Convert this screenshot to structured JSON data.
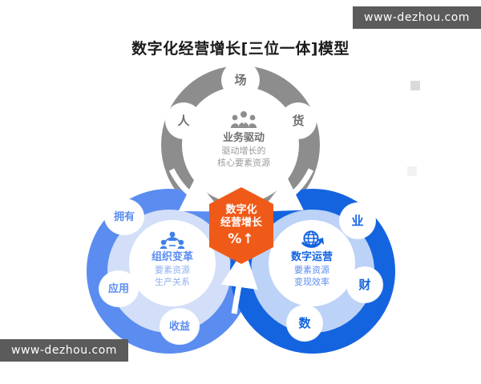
{
  "page": {
    "title": "数字化经营增长[三位一体]模型",
    "background": "#ffffff"
  },
  "watermarks": {
    "top_right": "www-dezhou.com",
    "bottom_left": "www-dezhou.com",
    "box_color": "#5b5b5b",
    "text_color": "#ffffff"
  },
  "center": {
    "line1": "数字化",
    "line2": "经营增长",
    "metric": "%↑",
    "color": "#ef5a18",
    "text_color": "#ffffff",
    "icon": "hexagon-shape"
  },
  "circles": [
    {
      "id": "business-drive",
      "position": "top",
      "ring_color": "#8d8d8d",
      "icon": "people-group-icon",
      "title": "业务驱动",
      "subtitle_line1": "驱动增长的",
      "subtitle_line2": "核心要素资源",
      "title_color": "#6f6f6f",
      "subtitle_color": "#9a9a9a",
      "bubbles": [
        "场",
        "人",
        "货"
      ]
    },
    {
      "id": "organization-change",
      "position": "bottom-left",
      "ring_color": "#5b8df0",
      "icon": "org-network-icon",
      "title": "组织变革",
      "subtitle_line1": "要素资源",
      "subtitle_line2": "生产关系",
      "title_color": "#5b8df0",
      "subtitle_color": "#8fb0ee",
      "bubbles": [
        "拥有",
        "应用",
        "收益"
      ]
    },
    {
      "id": "digital-operation",
      "position": "bottom-right",
      "ring_color": "#1464e0",
      "icon": "globe-arrow-icon",
      "title": "数字运营",
      "subtitle_line1": "要素资源",
      "subtitle_line2": "变现效率",
      "title_color": "#1464e0",
      "subtitle_color": "#5b8df0",
      "bubbles": [
        "业",
        "财",
        "数"
      ]
    }
  ],
  "arrows": {
    "count": 3,
    "color": "#ffffff",
    "directions": [
      "from-top-left-to-center",
      "from-top-right-to-center",
      "from-bottom-to-center"
    ]
  }
}
